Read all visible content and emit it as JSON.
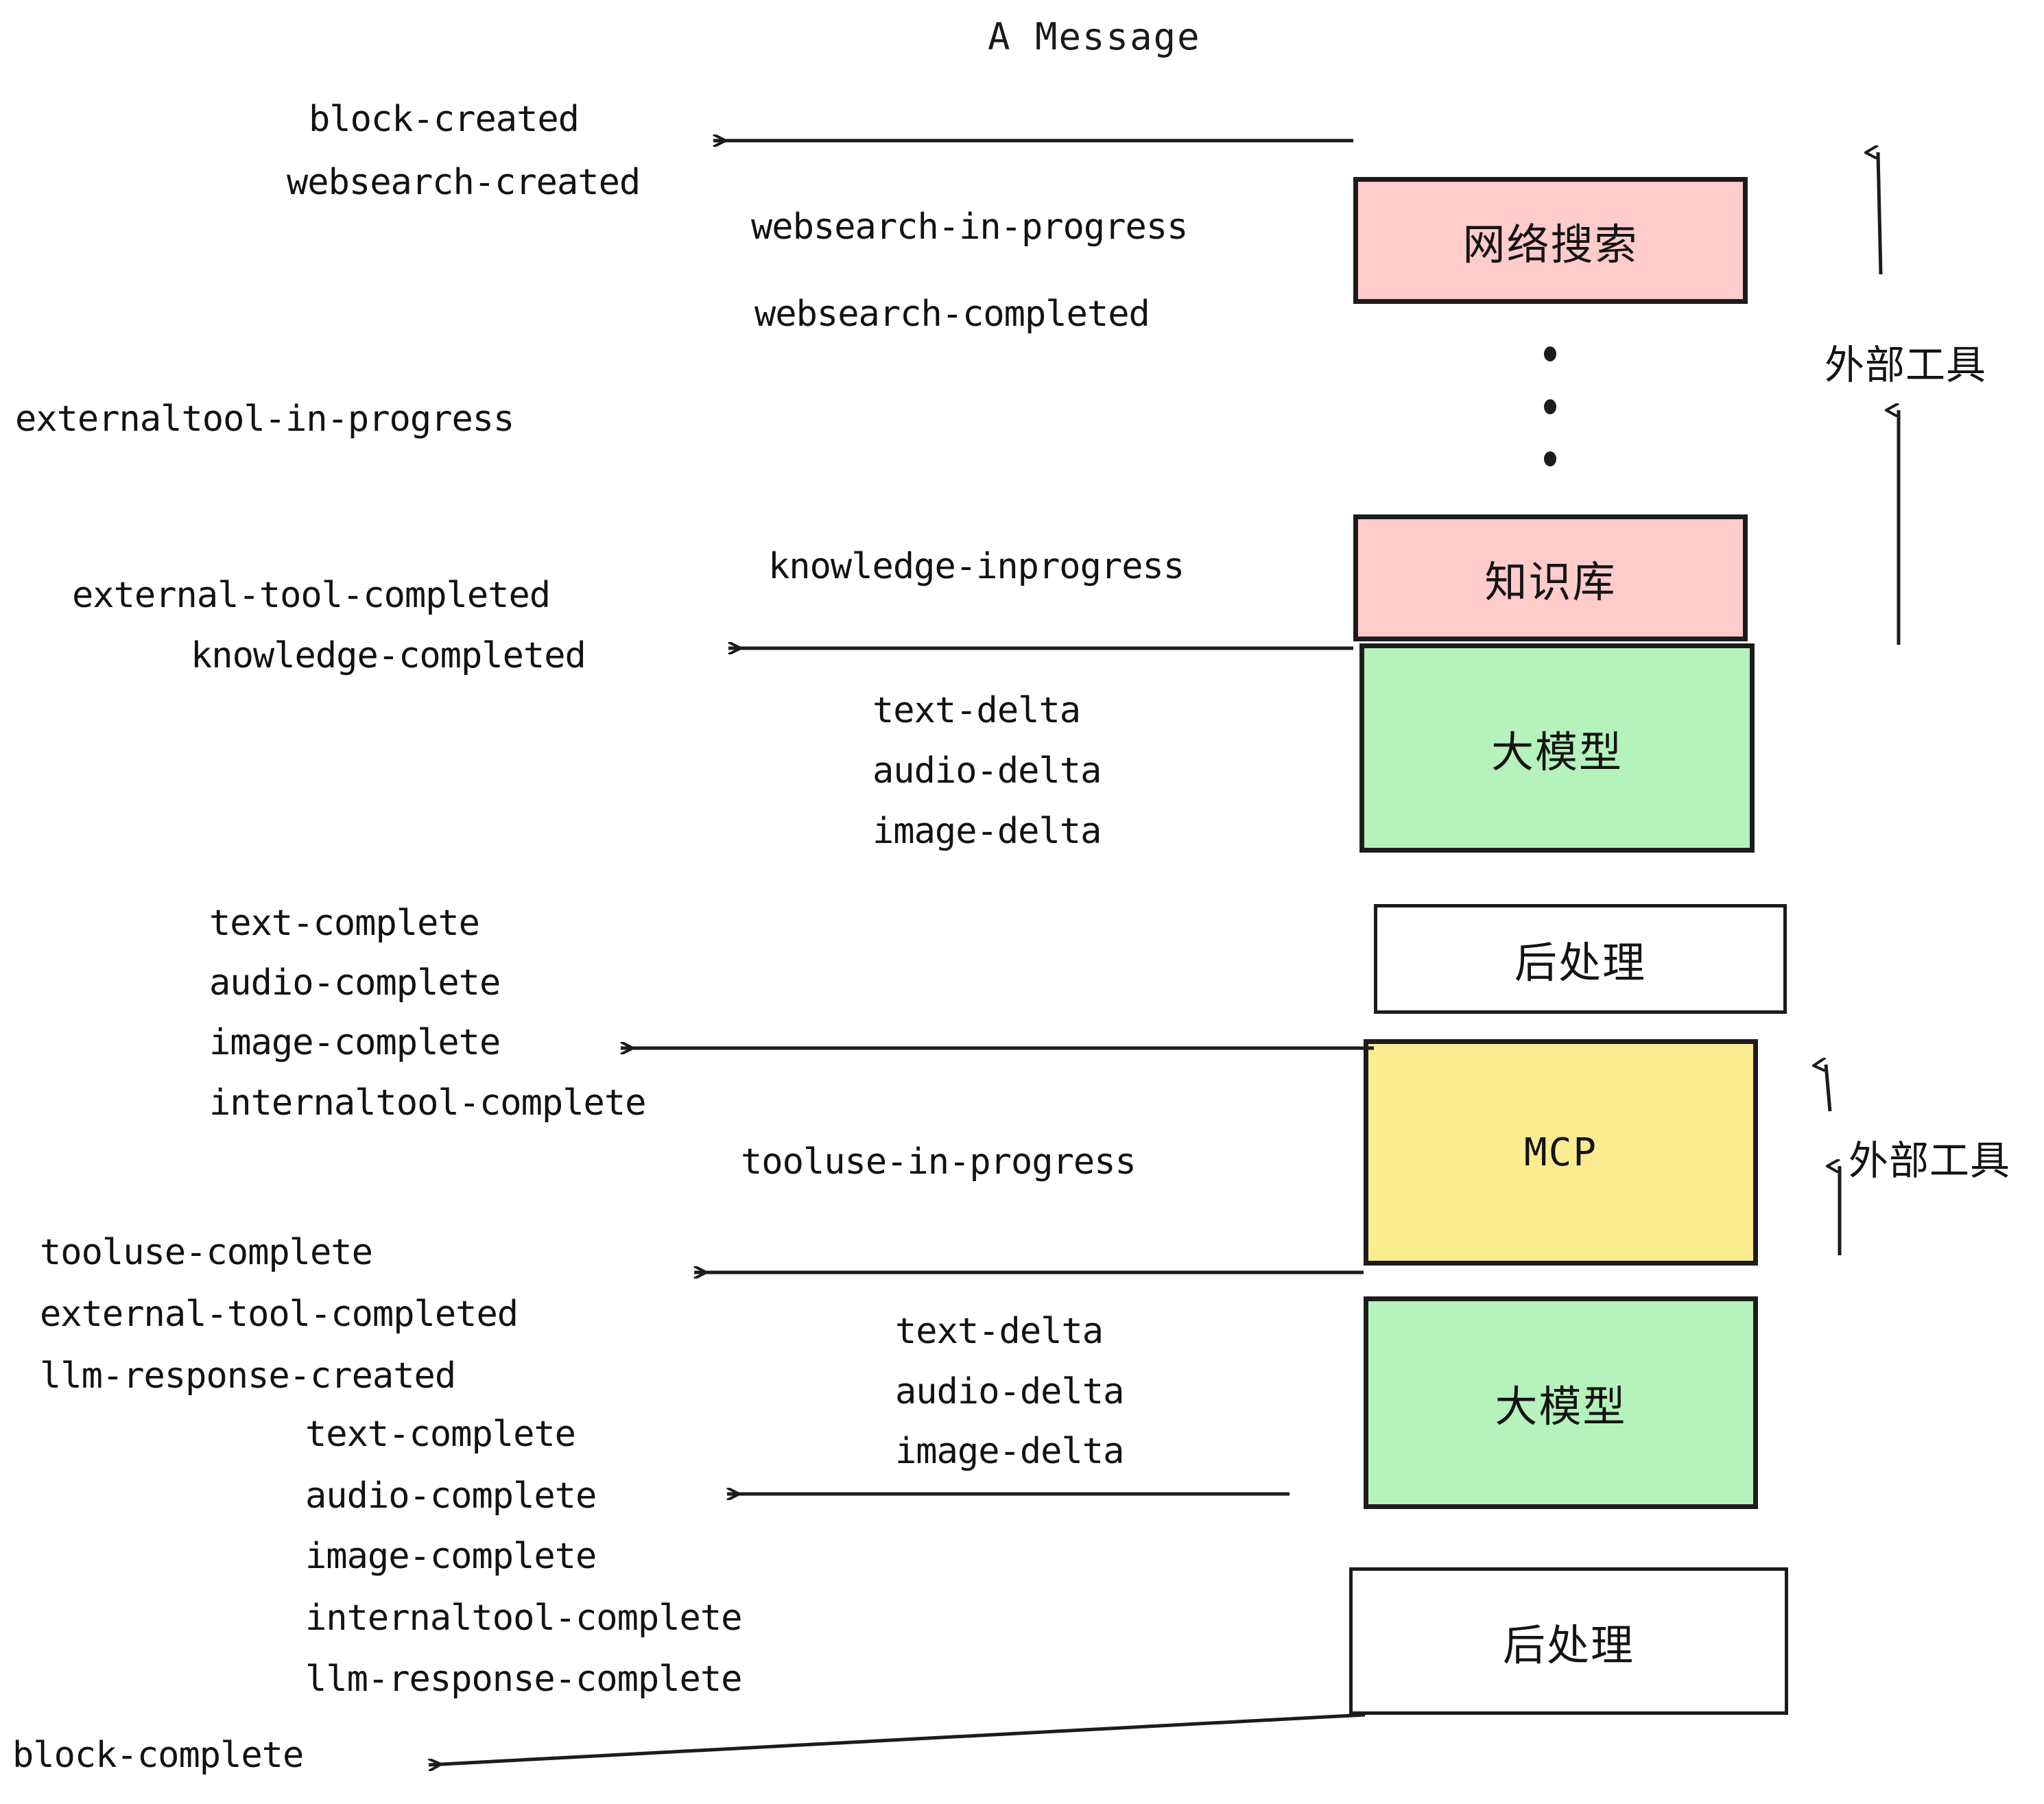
{
  "title": "A Message",
  "colors": {
    "pink": "#FFCBCB",
    "green": "#B6F2BC",
    "yellow": "#FCEC90",
    "white": "#FFFFFF",
    "stroke": "#1C1C1C",
    "text": "#121212",
    "background": "#FFFFFF"
  },
  "boxes": [
    {
      "id": "websearch",
      "label": "网络搜索",
      "fill": "pink"
    },
    {
      "id": "knowledge",
      "label": "知识库",
      "fill": "pink"
    },
    {
      "id": "llm-top",
      "label": "大模型",
      "fill": "green"
    },
    {
      "id": "postprocess-top",
      "label": "后处理",
      "fill": "white"
    },
    {
      "id": "mcp",
      "label": "MCP",
      "fill": "yellow"
    },
    {
      "id": "llm-bottom",
      "label": "大模型",
      "fill": "green"
    },
    {
      "id": "postprocess-bottom",
      "label": "后处理",
      "fill": "white"
    }
  ],
  "side_labels": [
    {
      "id": "external-tools-top",
      "label": "外部工具"
    },
    {
      "id": "external-tools-bottom",
      "label": "外部工具"
    }
  ],
  "event_labels": [
    {
      "id": "block-created",
      "text": "block-created"
    },
    {
      "id": "websearch-created",
      "text": "websearch-created"
    },
    {
      "id": "websearch-in-progress",
      "text": "websearch-in-progress"
    },
    {
      "id": "websearch-completed",
      "text": "websearch-completed"
    },
    {
      "id": "externaltool-in-progress",
      "text": "externaltool-in-progress"
    },
    {
      "id": "knowledge-inprogress",
      "text": "knowledge-inprogress"
    },
    {
      "id": "external-tool-completed-1",
      "text": "external-tool-completed"
    },
    {
      "id": "knowledge-completed",
      "text": "knowledge-completed"
    },
    {
      "id": "text-delta-1",
      "text": "text-delta"
    },
    {
      "id": "audio-delta-1",
      "text": "audio-delta"
    },
    {
      "id": "image-delta-1",
      "text": "image-delta"
    },
    {
      "id": "text-complete-1",
      "text": "text-complete"
    },
    {
      "id": "audio-complete-1",
      "text": "audio-complete"
    },
    {
      "id": "image-complete-1",
      "text": "image-complete"
    },
    {
      "id": "internaltool-complete-1",
      "text": "internaltool-complete"
    },
    {
      "id": "tooluse-in-progress",
      "text": "tooluse-in-progress"
    },
    {
      "id": "tooluse-complete",
      "text": "tooluse-complete"
    },
    {
      "id": "external-tool-completed-2",
      "text": "external-tool-completed"
    },
    {
      "id": "llm-response-created",
      "text": "llm-response-created"
    },
    {
      "id": "text-delta-2",
      "text": "text-delta"
    },
    {
      "id": "audio-delta-2",
      "text": "audio-delta"
    },
    {
      "id": "image-delta-2",
      "text": "image-delta"
    },
    {
      "id": "text-complete-2",
      "text": "text-complete"
    },
    {
      "id": "audio-complete-2",
      "text": "audio-complete"
    },
    {
      "id": "image-complete-2",
      "text": "image-complete"
    },
    {
      "id": "internaltool-complete-2",
      "text": "internaltool-complete"
    },
    {
      "id": "llm-response-complete",
      "text": "llm-response-complete"
    },
    {
      "id": "block-complete",
      "text": "block-complete"
    }
  ]
}
